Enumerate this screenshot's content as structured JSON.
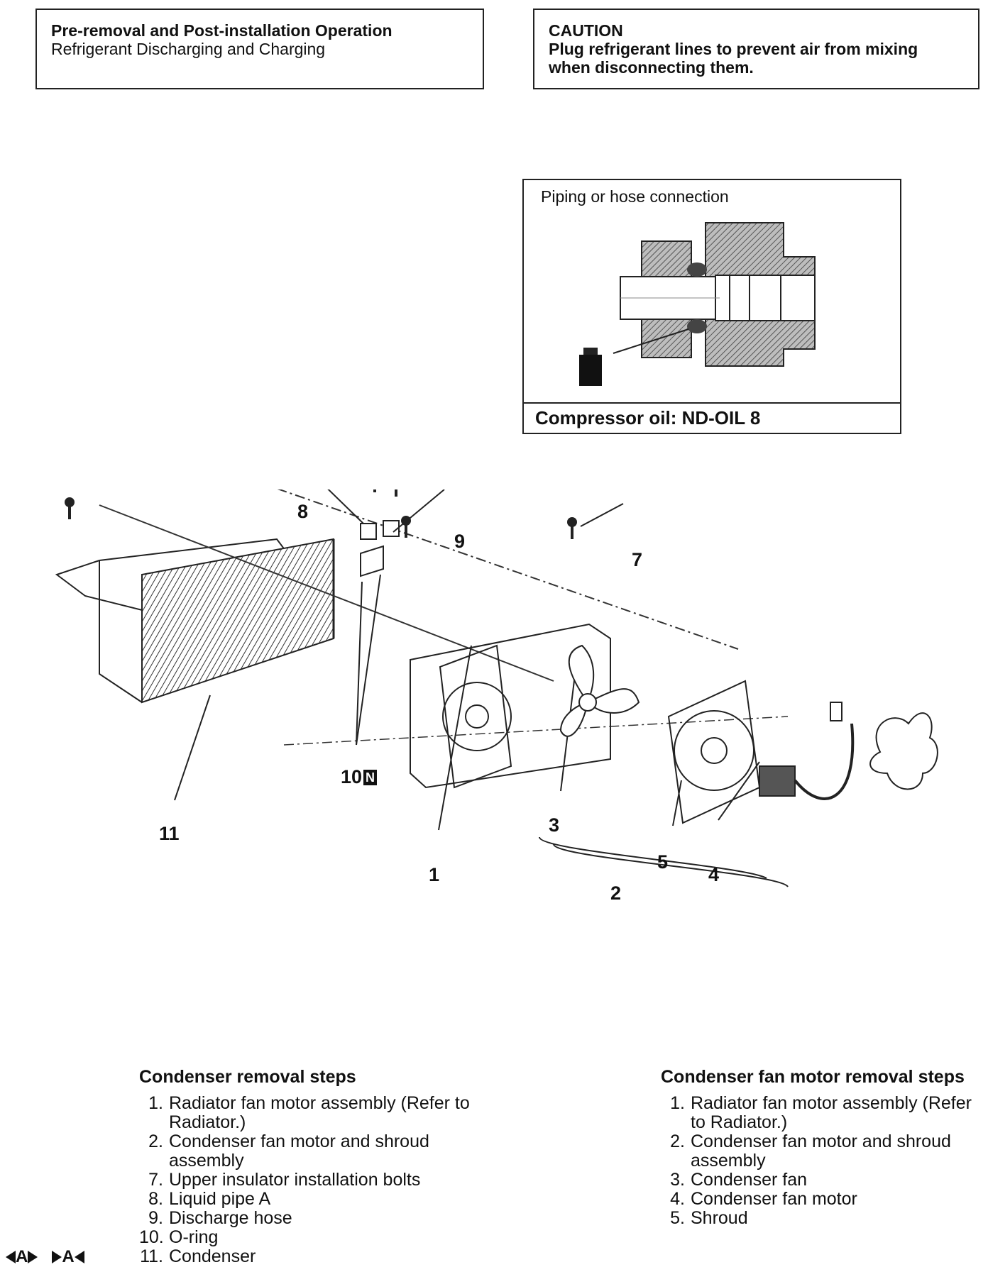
{
  "pre_box": {
    "title": "Pre-removal and Post-installation Operation",
    "line": "Refrigerant Discharging and Charging"
  },
  "caution_box": {
    "title": "CAUTION",
    "text": "Plug refrigerant lines to prevent air from mixing when disconnecting them."
  },
  "pipe_box": {
    "title": "Piping or hose connection",
    "oil_label": "Compressor oil: ND-OIL 8"
  },
  "callouts": {
    "c1": "1",
    "c2": "2",
    "c3": "3",
    "c4": "4",
    "c5": "5",
    "c7": "7",
    "c8": "8",
    "c9": "9",
    "c10": "10",
    "c10_badge": "N",
    "c11": "11"
  },
  "condenser_steps": {
    "heading": "Condenser removal steps",
    "items": [
      {
        "num": "1.",
        "text": "Radiator fan motor assembly (Refer to Radiator.)"
      },
      {
        "num": "2.",
        "text": "Condenser fan motor and shroud assembly"
      },
      {
        "num": "7.",
        "text": "Upper insulator installation bolts"
      },
      {
        "num": "8.",
        "text": "Liquid pipe A"
      },
      {
        "num": "9.",
        "text": "Discharge hose"
      },
      {
        "num": "10.",
        "text": "O-ring"
      },
      {
        "num": "11.",
        "text": "Condenser"
      }
    ]
  },
  "fan_steps": {
    "heading": "Condenser fan motor removal steps",
    "items": [
      {
        "num": "1.",
        "text": "Radiator fan motor assembly (Refer to Radiator.)"
      },
      {
        "num": "2.",
        "text": "Condenser fan motor and shroud assembly"
      },
      {
        "num": "3.",
        "text": "Condenser fan"
      },
      {
        "num": "4.",
        "text": "Condenser fan motor"
      },
      {
        "num": "5.",
        "text": "Shroud"
      }
    ]
  },
  "markers": {
    "a_left": "A",
    "a_right": "A"
  }
}
